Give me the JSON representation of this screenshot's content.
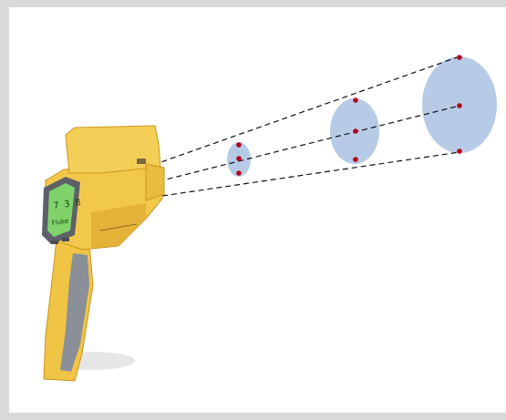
{
  "image": {
    "subject": "infrared-thermometer-spot-size-illustration",
    "colors": {
      "background": "#d9d9d9",
      "canvas": "#ffffff",
      "spot_fill": "#b7cbe6",
      "beam_line": "#111111",
      "spot_dot": "#b0001e",
      "body_yellow": "#f2c84b",
      "body_shadow": "#c9961e",
      "grip_grey": "#8a8f98",
      "screen_green": "#7fd36a"
    },
    "device": {
      "display_readout_top": "7 3 8",
      "display_readout_bottom": "Fluke"
    },
    "spots": [
      {
        "name": "near-spot"
      },
      {
        "name": "middle-spot"
      },
      {
        "name": "far-spot"
      }
    ]
  }
}
